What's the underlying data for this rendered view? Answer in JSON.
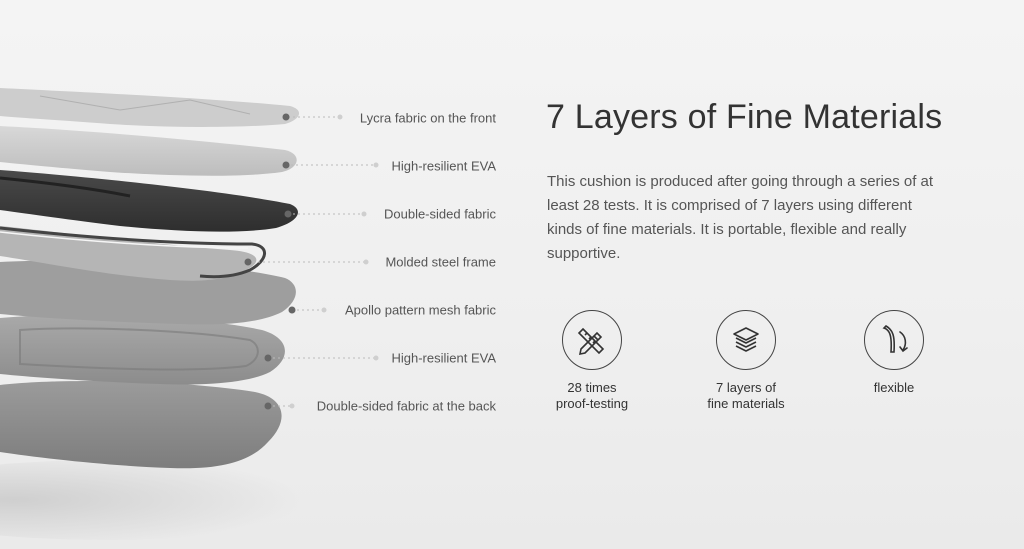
{
  "layers": [
    {
      "label": "Lycra fabric on the front"
    },
    {
      "label": "High-resilient EVA"
    },
    {
      "label": "Double-sided fabric"
    },
    {
      "label": "Molded steel frame"
    },
    {
      "label": "Apollo pattern mesh fabric"
    },
    {
      "label": "High-resilient EVA"
    },
    {
      "label": "Double-sided fabric at the back"
    }
  ],
  "heading": "7 Layers of Fine Materials",
  "description": "This cushion is produced after going through a series of at least 28 tests. It is comprised of 7 layers using different kinds of fine materials. It is portable, flexible and really supportive.",
  "features": [
    {
      "icon": "pencil-ruler-icon",
      "line1": "28 times",
      "line2": "proof-testing"
    },
    {
      "icon": "layers-icon",
      "line1": "7 layers of",
      "line2": "fine materials"
    },
    {
      "icon": "flexible-bend-icon",
      "line1": "flexible",
      "line2": ""
    }
  ]
}
